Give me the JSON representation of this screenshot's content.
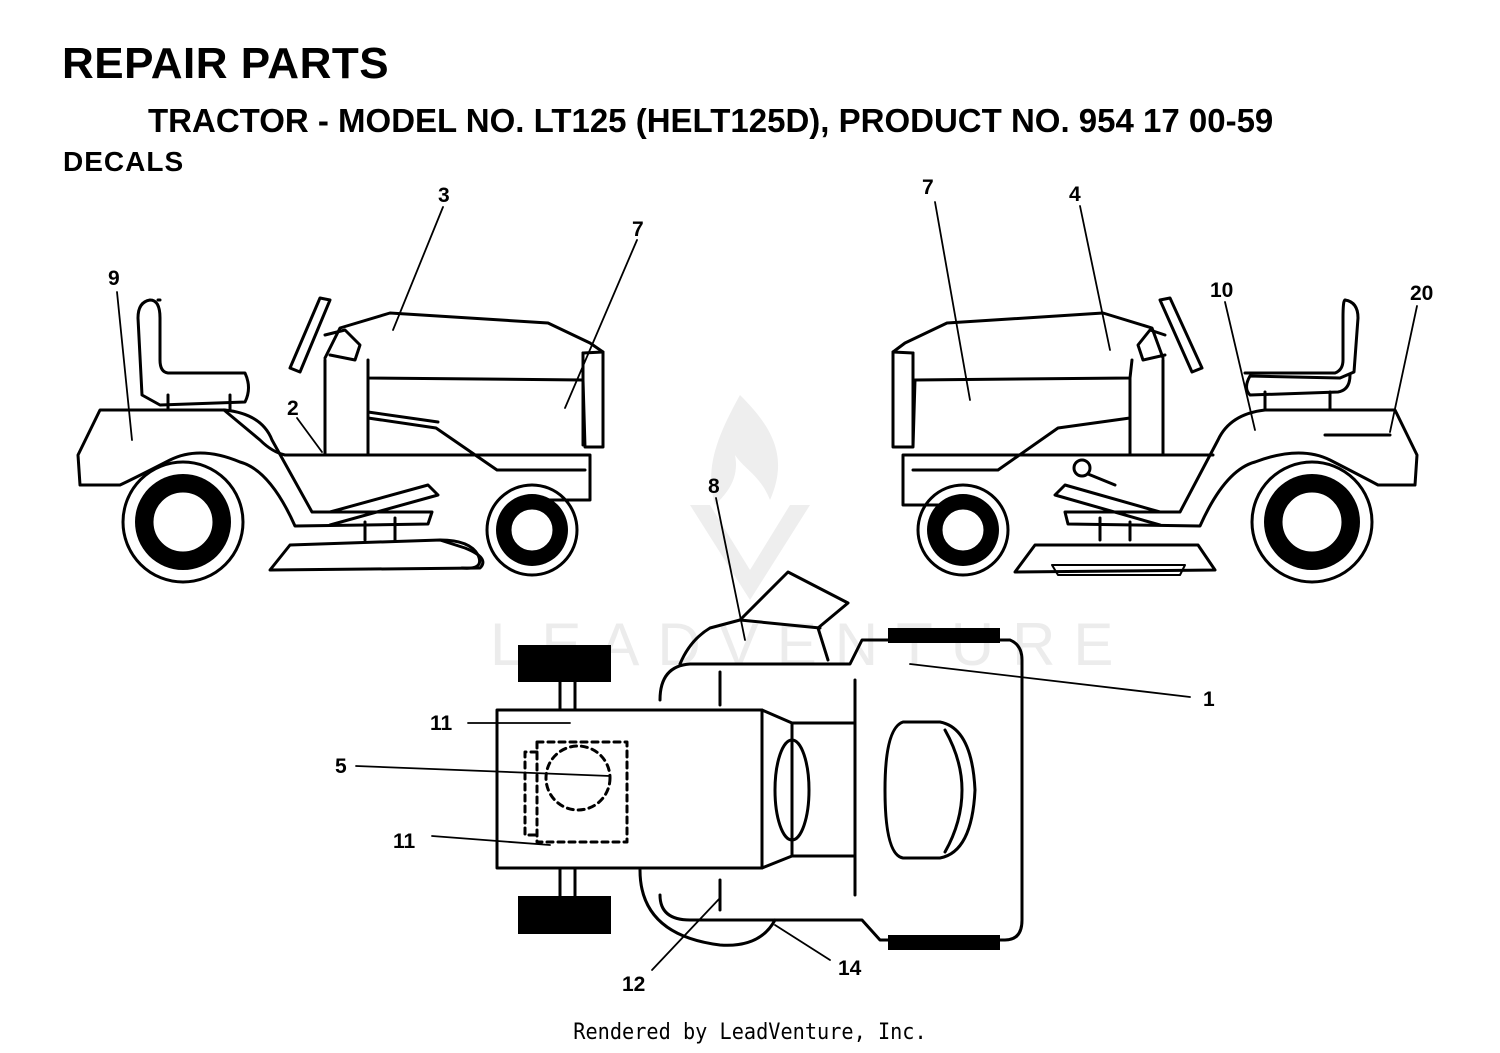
{
  "header": {
    "title": "REPAIR PARTS",
    "subtitle": "TRACTOR - MODEL NO. LT125 (HELT125D), PRODUCT NO. 954 17 00-59",
    "section": "DECALS"
  },
  "watermark": "LEADVENTURE",
  "footer": "Rendered by LeadVenture, Inc.",
  "callouts": {
    "left_9": "9",
    "left_3": "3",
    "left_7": "7",
    "left_2": "2",
    "right_7": "7",
    "right_4": "4",
    "right_10": "10",
    "right_20": "20",
    "top_8": "8",
    "top_1": "1",
    "top_11a": "11",
    "top_5": "5",
    "top_11b": "11",
    "top_12": "12",
    "top_14": "14"
  }
}
